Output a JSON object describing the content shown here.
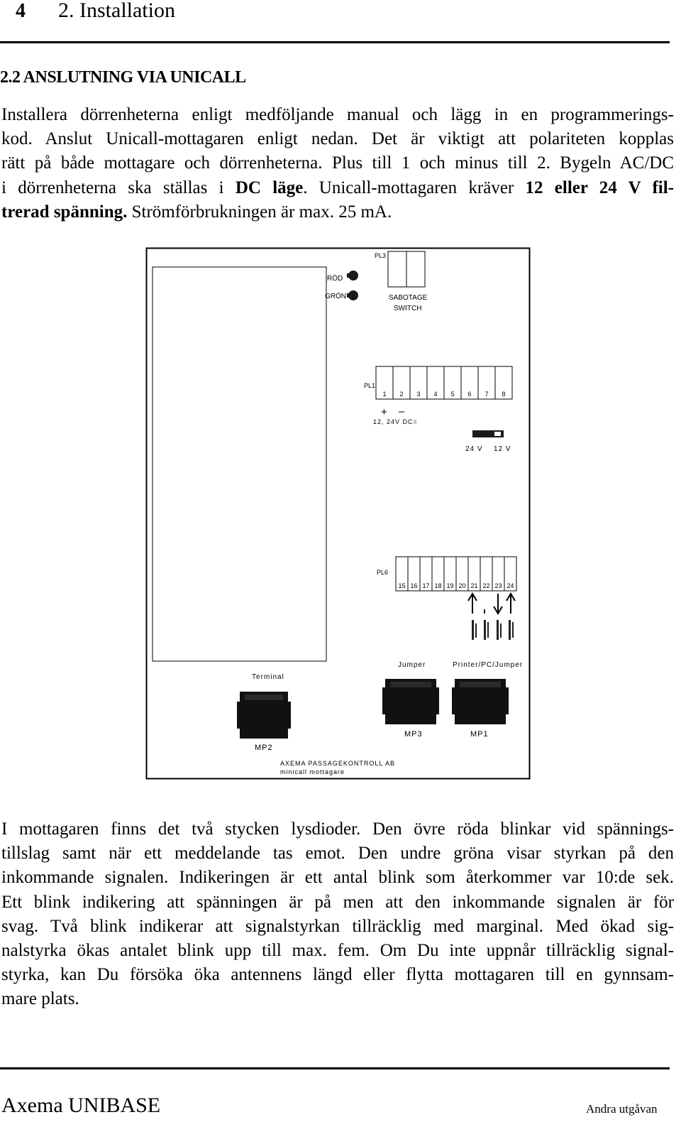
{
  "header": {
    "page_number": "4",
    "chapter": "2. Installation"
  },
  "section_title": "2.2 ANSLUTNING VIA UNICALL",
  "intro": {
    "line1": "Installera dörrenheterna enligt medföljande manual och lägg in en programmerings-",
    "line2": "kod. Anslut Unicall-mottagaren enligt nedan. Det är viktigt att polariteten kopplas",
    "line3": "rätt på både mottagare och dörrenheterna. Plus till 1 och minus till 2. Bygeln AC/DC",
    "line4_a": "i dörrenheterna ska ställas i ",
    "line4_b": "DC läge",
    "line4_c": ". Unicall-mottagaren kräver ",
    "line4_d": "12 eller 24 V fil-",
    "line5_a": "trerad spänning.",
    "line5_b": " Strömförbrukningen är max. 25 mA."
  },
  "diagram": {
    "pl3": "PL3",
    "rod": "RÖD",
    "gron": "GRÖN",
    "sabotage": "SABOTAGE",
    "switch": "SWITCH",
    "pl1": "PL1",
    "pl1_pins": [
      "1",
      "2",
      "3",
      "4",
      "5",
      "6",
      "7",
      "8"
    ],
    "plus": "+",
    "minus": "–",
    "dc_label": "12, 24V DC=",
    "v24": "24 V",
    "v12": "12 V",
    "pl6": "PL6",
    "pl6_pins": [
      "15",
      "16",
      "17",
      "18",
      "19",
      "20",
      "21",
      "22",
      "23",
      "24"
    ],
    "terminal": "Terminal",
    "jumper": "Jumper",
    "printer": "Printer/PC/Jumper",
    "mp2": "MP2",
    "mp3": "MP3",
    "mp1": "MP1",
    "company": "AXEMA PASSAGEKONTROLL AB",
    "product": "minicall mottagare"
  },
  "body": {
    "line1": "I mottagaren finns det två stycken lysdioder. Den övre röda blinkar vid spännings-",
    "line2": "tillslag samt när ett meddelande tas emot. Den undre gröna visar styrkan på den",
    "line3": "inkommande signalen. Indikeringen är ett antal blink som återkommer var 10:de sek.",
    "line4": "Ett blink indikering att spänningen är på men att den inkommande signalen är för",
    "line5": "svag. Två blink indikerar att signalstyrkan tillräcklig med marginal. Med ökad sig-",
    "line6": "nalstyrka ökas antalet blink upp till max. fem. Om Du inte uppnår tillräcklig signal-",
    "line7": "styrka, kan Du försöka öka antennens längd eller flytta mottagaren till en gynnsam-",
    "line8": "mare plats."
  },
  "footer": {
    "left": "Axema UNIBASE",
    "right": "Andra utgåvan"
  }
}
